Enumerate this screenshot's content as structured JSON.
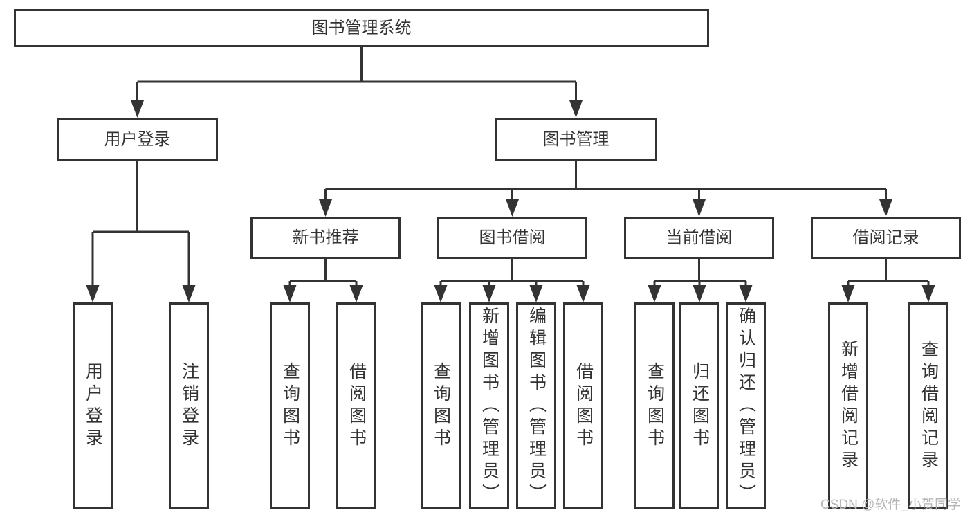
{
  "diagram": {
    "tree": {
      "label": "图书管理系统",
      "children": [
        {
          "label": "用户登录",
          "children": [
            {
              "label": "用户登录"
            },
            {
              "label": "注销登录"
            }
          ]
        },
        {
          "label": "图书管理",
          "children": [
            {
              "label": "新书推荐",
              "children": [
                {
                  "label": "查询图书"
                },
                {
                  "label": "借阅图书"
                }
              ]
            },
            {
              "label": "图书借阅",
              "children": [
                {
                  "label": "查询图书"
                },
                {
                  "label": "新增图书（管理员）"
                },
                {
                  "label": "编辑图书（管理员）"
                },
                {
                  "label": "借阅图书"
                }
              ]
            },
            {
              "label": "当前借阅",
              "children": [
                {
                  "label": "查询图书"
                },
                {
                  "label": "归还图书"
                },
                {
                  "label": "确认归还（管理员）"
                }
              ]
            },
            {
              "label": "借阅记录",
              "children": [
                {
                  "label": "新增借阅记录"
                },
                {
                  "label": "查询借阅记录"
                }
              ]
            }
          ]
        }
      ]
    }
  },
  "watermark": {
    "text": "CSDN @软件_小贺同学"
  },
  "colors": {
    "line": "#333333",
    "box_border": "#333333",
    "text": "#333333",
    "watermark": "#b5b5b5",
    "background": "#ffffff"
  }
}
